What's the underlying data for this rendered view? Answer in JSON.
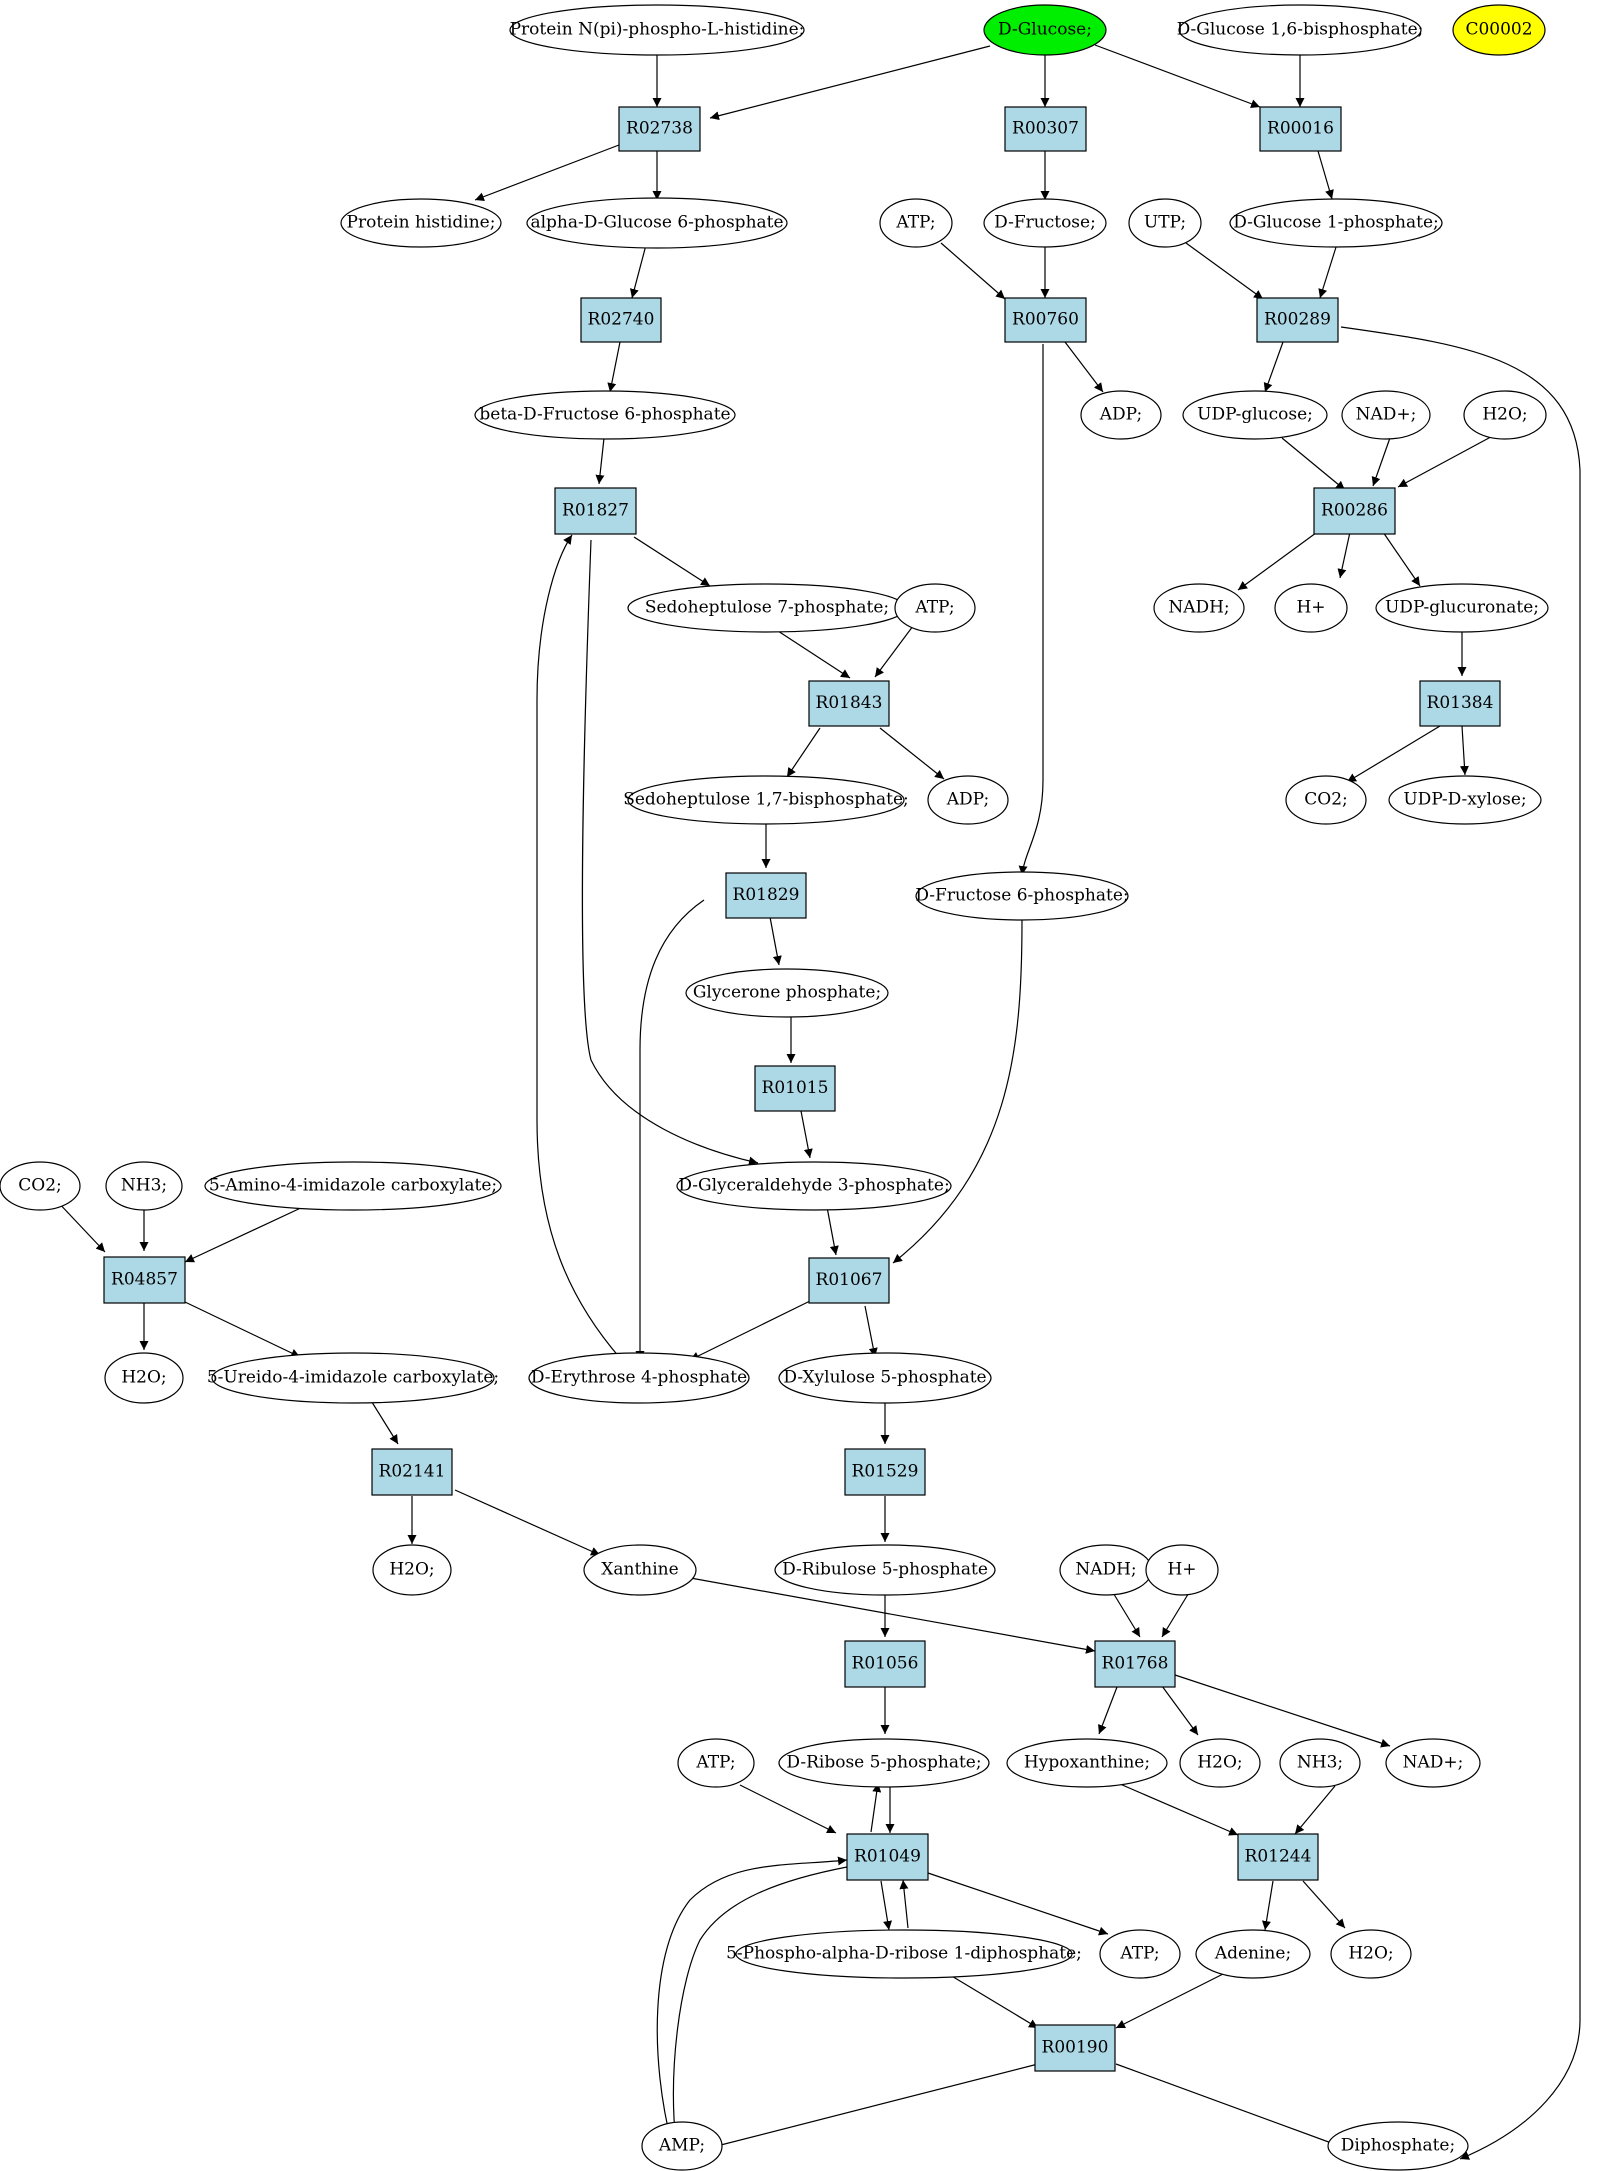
{
  "colors": {
    "reaction_fill": "#add8e6",
    "compound_fill": "#ffffff",
    "highlight_glucose": "#00ee00",
    "highlight_c00002": "#ffff00"
  },
  "reactions": {
    "R02738": "R02738",
    "R00307": "R00307",
    "R00016": "R00016",
    "R02740": "R02740",
    "R00760": "R00760",
    "R00289": "R00289",
    "R01827": "R01827",
    "R00286": "R00286",
    "R01843": "R01843",
    "R01384": "R01384",
    "R01829": "R01829",
    "R01015": "R01015",
    "R04857": "R04857",
    "R01067": "R01067",
    "R02141": "R02141",
    "R01529": "R01529",
    "R01056": "R01056",
    "R01768": "R01768",
    "R01049": "R01049",
    "R01244": "R01244",
    "R00190": "R00190"
  },
  "compounds": {
    "protein_npi": "Protein N(pi)-phospho-L-histidine;",
    "d_glucose": "D-Glucose;",
    "d_glucose_16bp": "D-Glucose 1,6-bisphosphate;",
    "c00002": "C00002",
    "protein_his": "Protein histidine;",
    "alpha_g6p": "alpha-D-Glucose 6-phosphate",
    "atp_1": "ATP;",
    "d_fructose": "D-Fructose;",
    "utp": "UTP;",
    "d_glucose_1p": "D-Glucose 1-phosphate;",
    "adp_1": "ADP;",
    "beta_f6p": "beta-D-Fructose 6-phosphate",
    "udp_glucose": "UDP-glucose;",
    "nad_1": "NAD+;",
    "h2o_1": "H2O;",
    "sedo7p": "Sedoheptulose 7-phosphate;",
    "atp_2": "ATP;",
    "nadh_1": "NADH;",
    "h_1": "H+",
    "udp_glucuronate": "UDP-glucuronate;",
    "sedo17bp": "Sedoheptulose 1,7-bisphosphate;",
    "adp_2": "ADP;",
    "co2_1": "CO2;",
    "udp_xylose": "UDP-D-xylose;",
    "d_f6p": "D-Fructose 6-phosphate;",
    "glycerone_p": "Glycerone phosphate;",
    "co2_2": "CO2;",
    "nh3_1": "NH3;",
    "aica": "5-Amino-4-imidazole carboxylate;",
    "g3p": "D-Glyceraldehyde 3-phosphate;",
    "h2o_2": "H2O;",
    "ureido": "5-Ureido-4-imidazole carboxylate;",
    "e4p": "D-Erythrose 4-phosphate",
    "xu5p": "D-Xylulose 5-phosphate",
    "h2o_3": "H2O;",
    "xanthine": "Xanthine",
    "ru5p": "D-Ribulose 5-phosphate",
    "nadh_2": "NADH;",
    "h_2": "H+",
    "atp_3": "ATP;",
    "r5p": "D-Ribose 5-phosphate;",
    "hypoxanthine": "Hypoxanthine;",
    "h2o_4": "H2O;",
    "nh3_2": "NH3;",
    "nad_2": "NAD+;",
    "prpp": "5-Phospho-alpha-D-ribose 1-diphosphate;",
    "atp_4": "ATP;",
    "adenine": "Adenine;",
    "h2o_5": "H2O;",
    "amp": "AMP;",
    "diphosphate": "Diphosphate;"
  }
}
